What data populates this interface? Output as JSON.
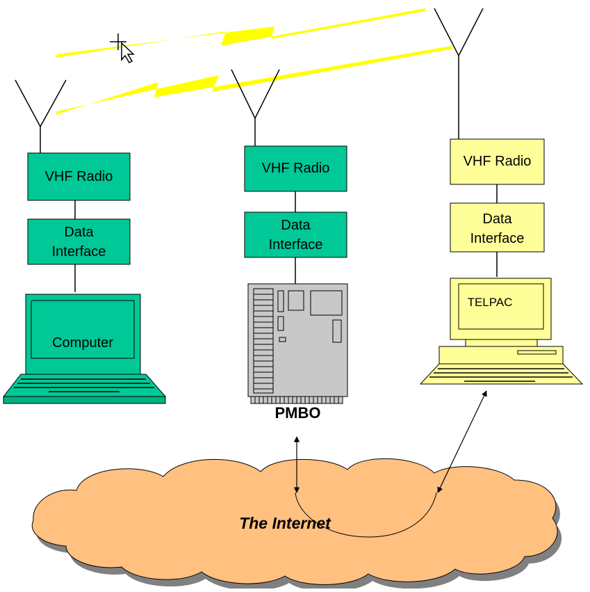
{
  "stations": [
    {
      "radio_label": "VHF Radio",
      "interface_label_1": "Data",
      "interface_label_2": "Interface",
      "device_label": "Computer"
    },
    {
      "radio_label": "VHF Radio",
      "interface_label_1": "Data",
      "interface_label_2": "Interface",
      "device_label": "PMBO"
    },
    {
      "radio_label": "VHF Radio",
      "interface_label_1": "Data",
      "interface_label_2": "Interface",
      "device_label": "TELPAC"
    }
  ],
  "cloud_label": "The Internet",
  "colors": {
    "green": "#00C896",
    "yellow": "#FFFF99",
    "cloud": "#FFC080",
    "lightning": "#FFFF00",
    "pmbo_gray": "#C8C8C8"
  },
  "icons": [
    "antenna-icon",
    "lightning-icon",
    "move-cursor-icon",
    "laptop-icon",
    "server-board-icon",
    "desktop-computer-icon",
    "cloud-icon"
  ]
}
